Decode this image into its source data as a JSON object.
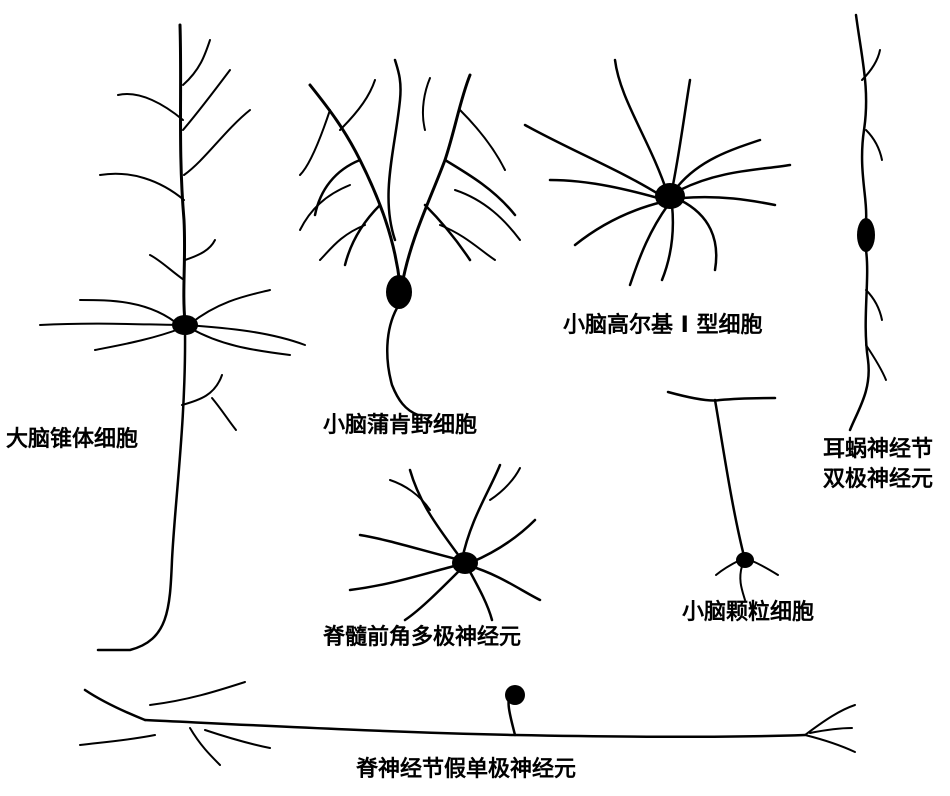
{
  "labels": {
    "pyramidal": "大脑锥体细胞",
    "purkinje": "小脑蒲肯野细胞",
    "golgi": "小脑高尔基 Ⅰ 型细胞",
    "cochlear_line1": "耳蜗神经节",
    "cochlear_line2": "双极神经元",
    "motor": "脊髓前角多极神经元",
    "granule": "小脑颗粒细胞",
    "pseudounipolar": "脊神经节假单极神经元"
  },
  "colors": {
    "ink": "#000000",
    "background": "#ffffff"
  }
}
